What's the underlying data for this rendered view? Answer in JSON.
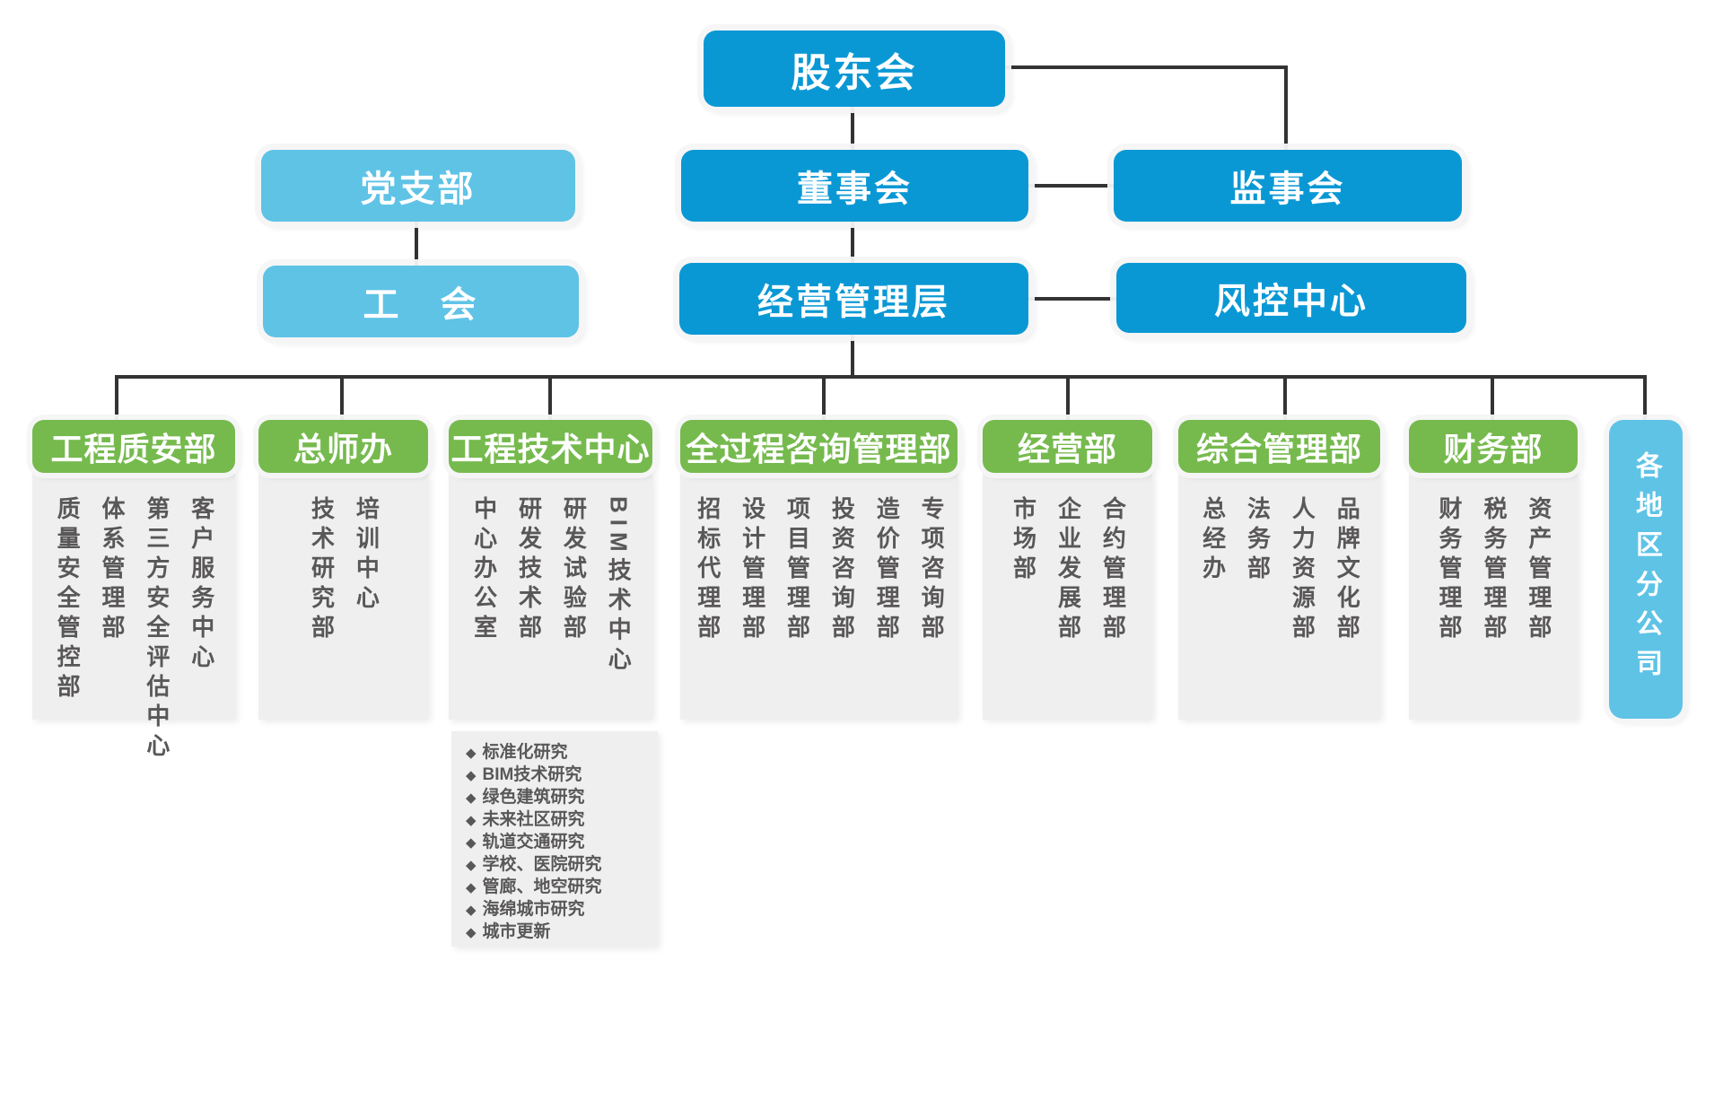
{
  "colors": {
    "primary_blue": "#0a98d5",
    "light_blue": "#5fc3e6",
    "green": "#76ba4e",
    "gray_box": "#efefef",
    "text_gray": "#595757",
    "line": "#333333"
  },
  "top": {
    "shareholders": "股东会",
    "board": "董事会",
    "supervisors": "监事会",
    "party_branch": "党支部",
    "union": "工　会",
    "management": "经营管理层",
    "risk_center": "风控中心"
  },
  "departments": [
    {
      "title": "工程质安部",
      "subs": [
        "客户服务中心",
        "第三方安全评估中心",
        "体系管理部",
        "质量安全管控部"
      ]
    },
    {
      "title": "总师办",
      "subs": [
        "培训中心",
        "技术研究部"
      ]
    },
    {
      "title": "工程技术中心",
      "subs": [
        "BIM技术中心",
        "研发试验部",
        "研发技术部",
        "中心办公室"
      ]
    },
    {
      "title": "全过程咨询管理部",
      "subs": [
        "专项咨询部",
        "造价管理部",
        "投资咨询部",
        "项目管理部",
        "设计管理部",
        "招标代理部"
      ]
    },
    {
      "title": "经营部",
      "subs": [
        "合约管理部",
        "企业发展部",
        "市场部"
      ]
    },
    {
      "title": "综合管理部",
      "subs": [
        "品牌文化部",
        "人力资源部",
        "法务部",
        "总经办"
      ]
    },
    {
      "title": "财务部",
      "subs": [
        "资产管理部",
        "税务管理部",
        "财务管理部"
      ]
    }
  ],
  "research": {
    "bullet": "◆",
    "items": [
      "标准化研究",
      "BIM技术研究",
      "绿色建筑研究",
      "未来社区研究",
      "轨道交通研究",
      "学校、医院研究",
      "管廊、地空研究",
      "海绵城市研究",
      "城市更新"
    ]
  },
  "branch": {
    "title": "各地区分公司"
  }
}
